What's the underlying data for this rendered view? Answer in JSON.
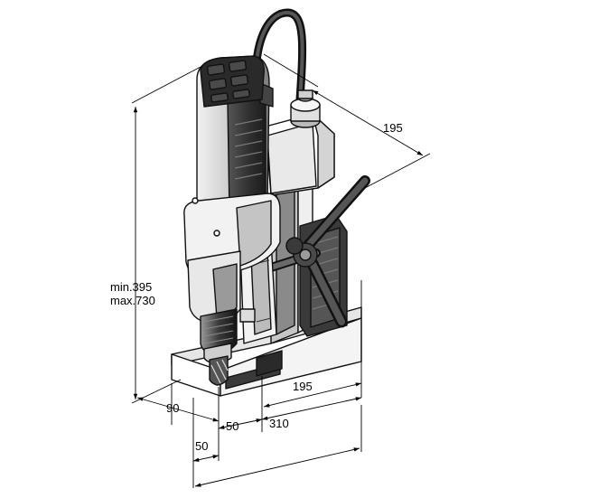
{
  "dimensions": {
    "width_top": "195",
    "width_base": "195",
    "height": {
      "min": "min.395",
      "max": "max.730"
    },
    "front_depth": "90",
    "spindle_offset": "50",
    "front_offset": "50",
    "base_length": "310"
  },
  "colors": {
    "ink": "#111111",
    "dark_fill": "#3a3a3a",
    "mid_fill": "#8a8a8a",
    "light_fill": "#d9d9d9",
    "white": "#ffffff"
  }
}
